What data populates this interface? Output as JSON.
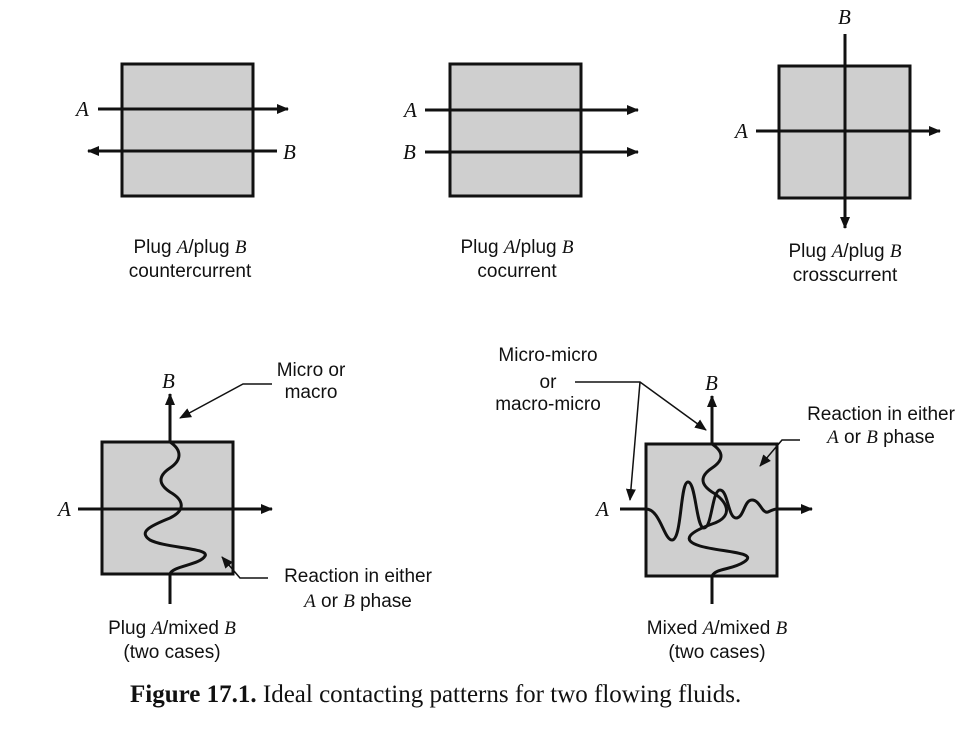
{
  "flow_labels": {
    "a": "A",
    "b": "B"
  },
  "panels": [
    {
      "id": "countercurrent",
      "caption_prefix": "Plug ",
      "caption_a": "A",
      "caption_mid": "/plug ",
      "caption_b": "B",
      "caption_line2": "countercurrent"
    },
    {
      "id": "cocurrent",
      "caption_prefix": "Plug ",
      "caption_a": "A",
      "caption_mid": "/plug ",
      "caption_b": "B",
      "caption_line2": "cocurrent"
    },
    {
      "id": "crosscurrent",
      "caption_prefix": "Plug ",
      "caption_a": "A",
      "caption_mid": "/plug ",
      "caption_b": "B",
      "caption_line2": "crosscurrent"
    },
    {
      "id": "plug-mixed",
      "caption_prefix": "Plug ",
      "caption_a": "A",
      "caption_mid": "/mixed ",
      "caption_b": "B",
      "caption_line2": "(two cases)"
    },
    {
      "id": "mixed-mixed",
      "caption_prefix": "Mixed ",
      "caption_a": "A",
      "caption_mid": "/mixed ",
      "caption_b": "B",
      "caption_line2": "(two cases)"
    }
  ],
  "annotations": {
    "micro_or_macro": {
      "line1": "Micro or",
      "line2": "macro"
    },
    "reaction_left": {
      "line1": "Reaction in either",
      "line2_a": "A",
      "line2_mid": " or ",
      "line2_b": "B",
      "line2_end": " phase"
    },
    "micro_micro": {
      "line1": "Micro-micro",
      "line2": "or",
      "line3": "macro-micro"
    },
    "reaction_right": {
      "line1": "Reaction in either",
      "line2_a": "A",
      "line2_mid": " or ",
      "line2_b": "B",
      "line2_end": " phase"
    }
  },
  "figure_caption": {
    "label": "Figure 17.1.",
    "text": " Ideal contacting patterns for two flowing fluids."
  },
  "colors": {
    "box_fill": "#cfcfcf",
    "ink": "#111111"
  }
}
